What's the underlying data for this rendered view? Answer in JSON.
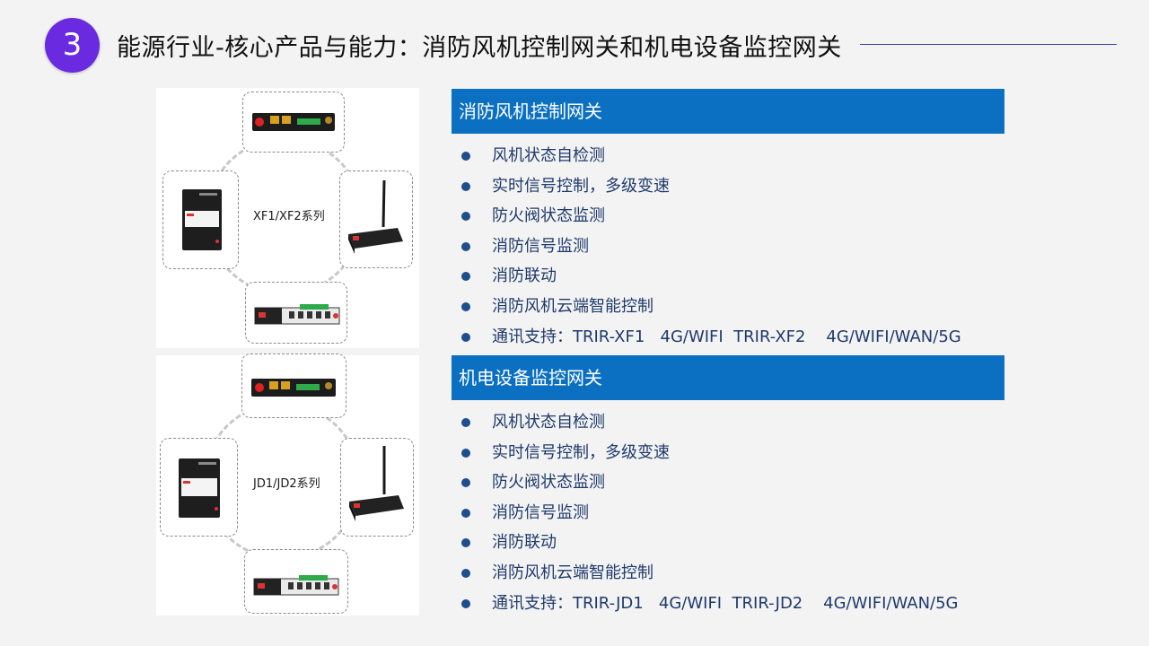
{
  "header": {
    "number": "3",
    "title": "能源行业-核心产品与能力：消防风机控制网关和机电设备监控网关"
  },
  "sections": [
    {
      "heading": "消防风机控制网关",
      "series_label": "XF1/XF2系列",
      "bullets": [
        "风机状态自检测",
        "实时信号控制，多级变速",
        "防火阀状态监测",
        "消防信号监测",
        "消防联动",
        "消防风机云端智能控制",
        "通讯支持：TRIR-XF1   4G/WIFI  TRIR-XF2    4G/WIFI/WAN/5G"
      ]
    },
    {
      "heading": "机电设备监控网关",
      "series_label": "JD1/JD2系列",
      "bullets": [
        "风机状态自检测",
        "实时信号控制，多级变速",
        "防火阀状态监测",
        "消防信号监测",
        "消防联动",
        "消防风机云端智能控制",
        "通讯支持：TRIR-JD1   4G/WIFI  TRIR-JD2    4G/WIFI/WAN/5G"
      ]
    }
  ],
  "colors": {
    "badge": "#6a2ae0",
    "section_header": "#0b70c1",
    "bullet_text": "#1f3a6b",
    "title_rule": "#3b3fa6"
  }
}
